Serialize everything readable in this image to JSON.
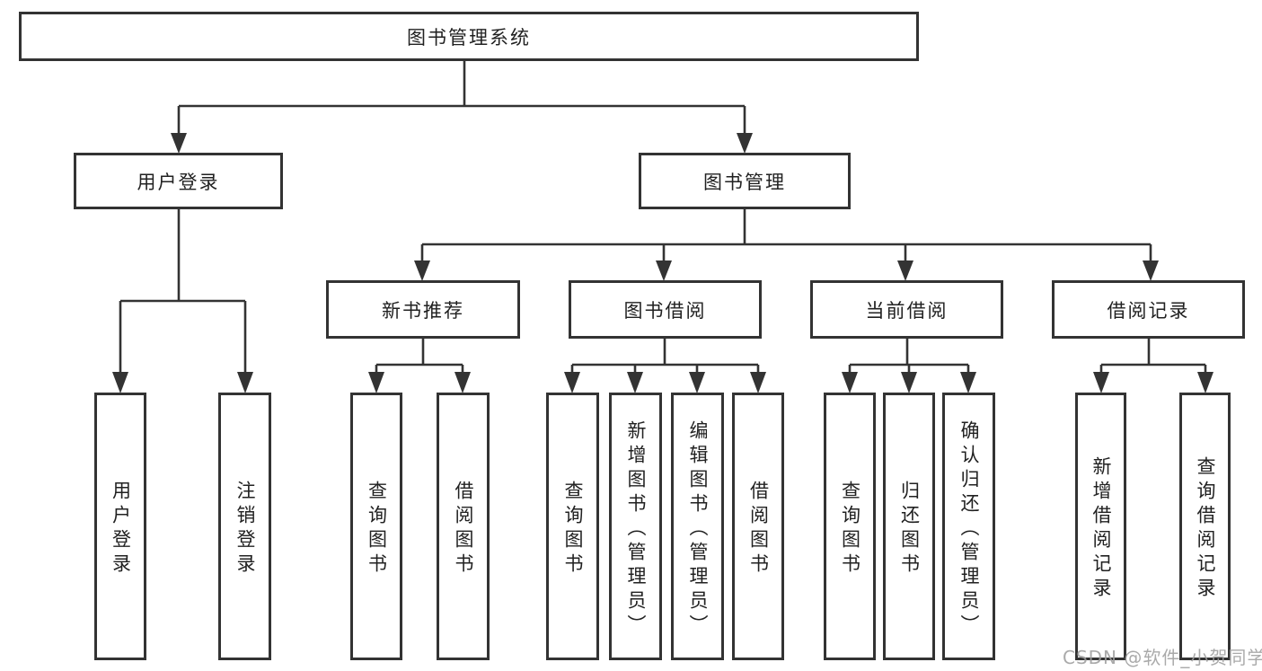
{
  "diagram": {
    "root": {
      "label": "图书管理系统"
    },
    "level2": {
      "user_login": {
        "label": "用户登录"
      },
      "book_mgmt": {
        "label": "图书管理"
      }
    },
    "level3": {
      "new_book_rec": {
        "label": "新书推荐"
      },
      "book_borrow": {
        "label": "图书借阅"
      },
      "current_borrow": {
        "label": "当前借阅"
      },
      "borrow_records": {
        "label": "借阅记录"
      }
    },
    "leaves": {
      "user_login": {
        "label": "用户登录"
      },
      "logout": {
        "label": "注销登录"
      },
      "rec_query_book": {
        "label": "查询图书"
      },
      "rec_borrow_book": {
        "label": "借阅图书"
      },
      "bb_query_book": {
        "label": "查询图书"
      },
      "bb_add_book": {
        "label": "新增图书（管理员）"
      },
      "bb_edit_book": {
        "label": "编辑图书（管理员）"
      },
      "bb_borrow_book": {
        "label": "借阅图书"
      },
      "cb_query_book": {
        "label": "查询图书"
      },
      "cb_return_book": {
        "label": "归还图书"
      },
      "cb_confirm_return": {
        "label": "确认归还（管理员）"
      },
      "br_add_record": {
        "label": "新增借阅记录"
      },
      "br_query_record": {
        "label": "查询借阅记录"
      }
    },
    "watermark": "CSDN @软件_小贺同学",
    "colors": {
      "line": "#333333",
      "text": "#212121",
      "background": "#ffffff",
      "watermark": "#9e9e9e"
    }
  }
}
